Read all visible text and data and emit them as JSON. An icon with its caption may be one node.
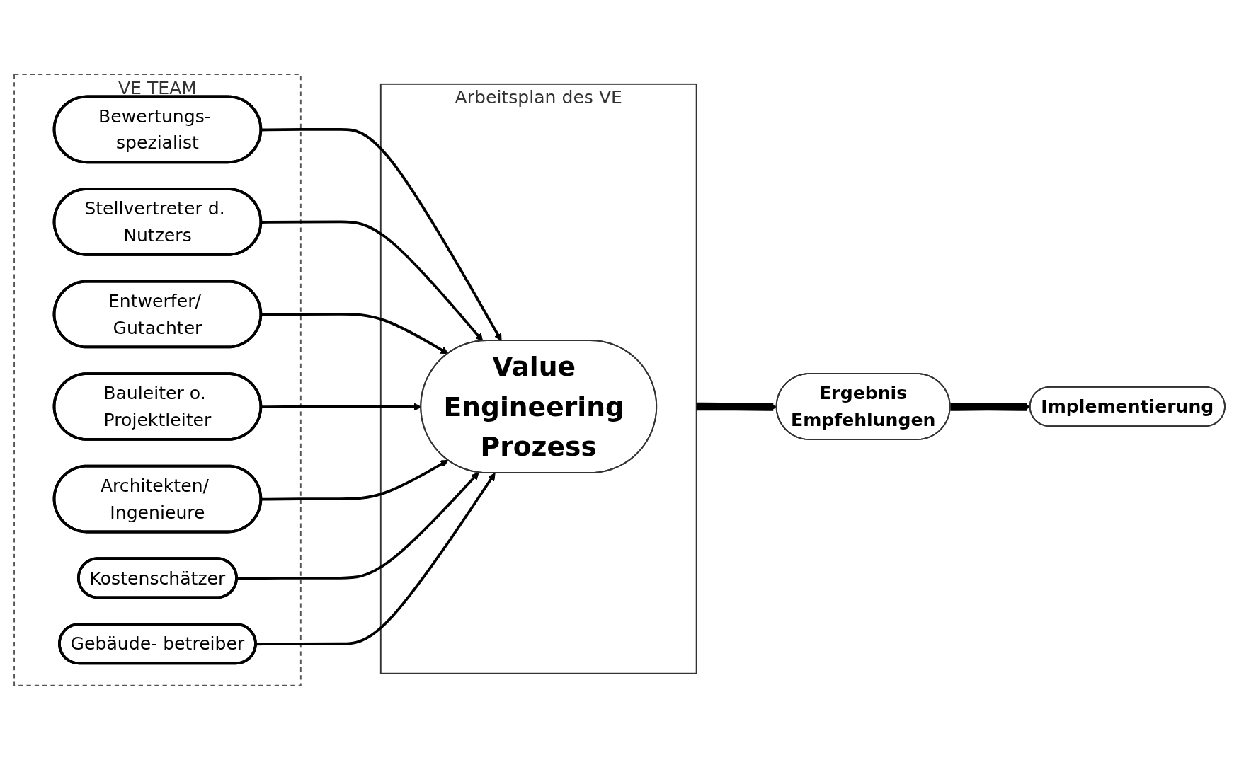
{
  "diagram": {
    "nodes": [
      {
        "text": [
          "VE TEAM"
        ]
      },
      {
        "text": [
          "Bewertungs- spezialist"
        ],
        "in": 0
      },
      {
        "text": [
          "Stellvertreter d. Nutzers"
        ],
        "in": 0
      },
      {
        "text": [
          "Entwerfer/ Gutachter"
        ],
        "in": 0
      },
      {
        "text": [
          "Bauleiter o. Projektleiter"
        ],
        "in": 0
      },
      {
        "text": [
          "Architekten/ Ingenieure"
        ],
        "in": 0
      },
      {
        "text": [
          "Kostenschätzer"
        ],
        "in": 0
      },
      {
        "text": [
          "Gebäude- betreiber"
        ],
        "in": 0
      },
      {
        "text": [
          "Arbeitsplan des VE"
        ]
      },
      {
        "text": [
          "Value Engineering Prozess"
        ],
        "in": 8
      },
      {
        "text": [
          "Ergebnis",
          "Empfehlungen"
        ]
      },
      {
        "text": [
          "Implementierung"
        ]
      }
    ],
    "edges": [
      {
        "from": 1,
        "to": 9,
        "arrow": "to"
      },
      {
        "from": 2,
        "to": 9,
        "arrow": "to"
      },
      {
        "from": 3,
        "to": 9,
        "arrow": "to"
      },
      {
        "from": 4,
        "to": 9,
        "arrow": "to"
      },
      {
        "from": 5,
        "to": 9,
        "arrow": "to"
      },
      {
        "from": 6,
        "to": 9,
        "arrow": "to"
      },
      {
        "from": 7,
        "to": 9,
        "arrow": "to"
      },
      {
        "from": 8,
        "to": 10,
        "arrow": "to",
        "style": "thick"
      },
      {
        "from": 10,
        "to": 11,
        "arrow": "to",
        "style": "thick"
      }
    ]
  }
}
